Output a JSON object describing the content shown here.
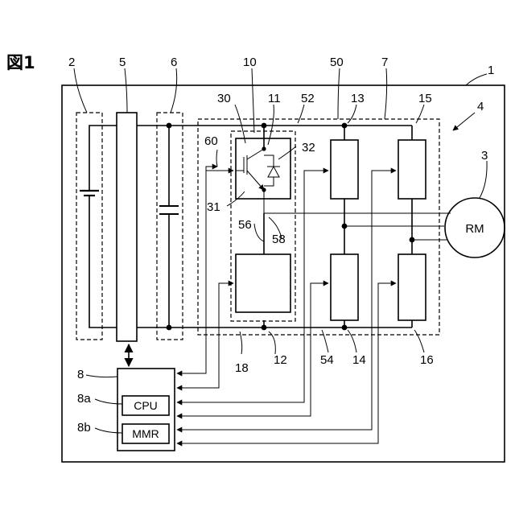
{
  "figure": {
    "title": "図1",
    "labels": {
      "n1": "1",
      "n2": "2",
      "n3": "3",
      "n4": "4",
      "n5": "5",
      "n6": "6",
      "n7": "7",
      "n8": "8",
      "n8a": "8a",
      "n8b": "8b",
      "n10": "10",
      "n11": "11",
      "n12": "12",
      "n13": "13",
      "n14": "14",
      "n15": "15",
      "n16": "16",
      "n18": "18",
      "n30": "30",
      "n31": "31",
      "n32": "32",
      "n50": "50",
      "n52": "52",
      "n54": "54",
      "n56": "56",
      "n58": "58",
      "n60": "60"
    },
    "blocks": {
      "motor": "RM",
      "cpu": "CPU",
      "memory": "MMR"
    }
  }
}
